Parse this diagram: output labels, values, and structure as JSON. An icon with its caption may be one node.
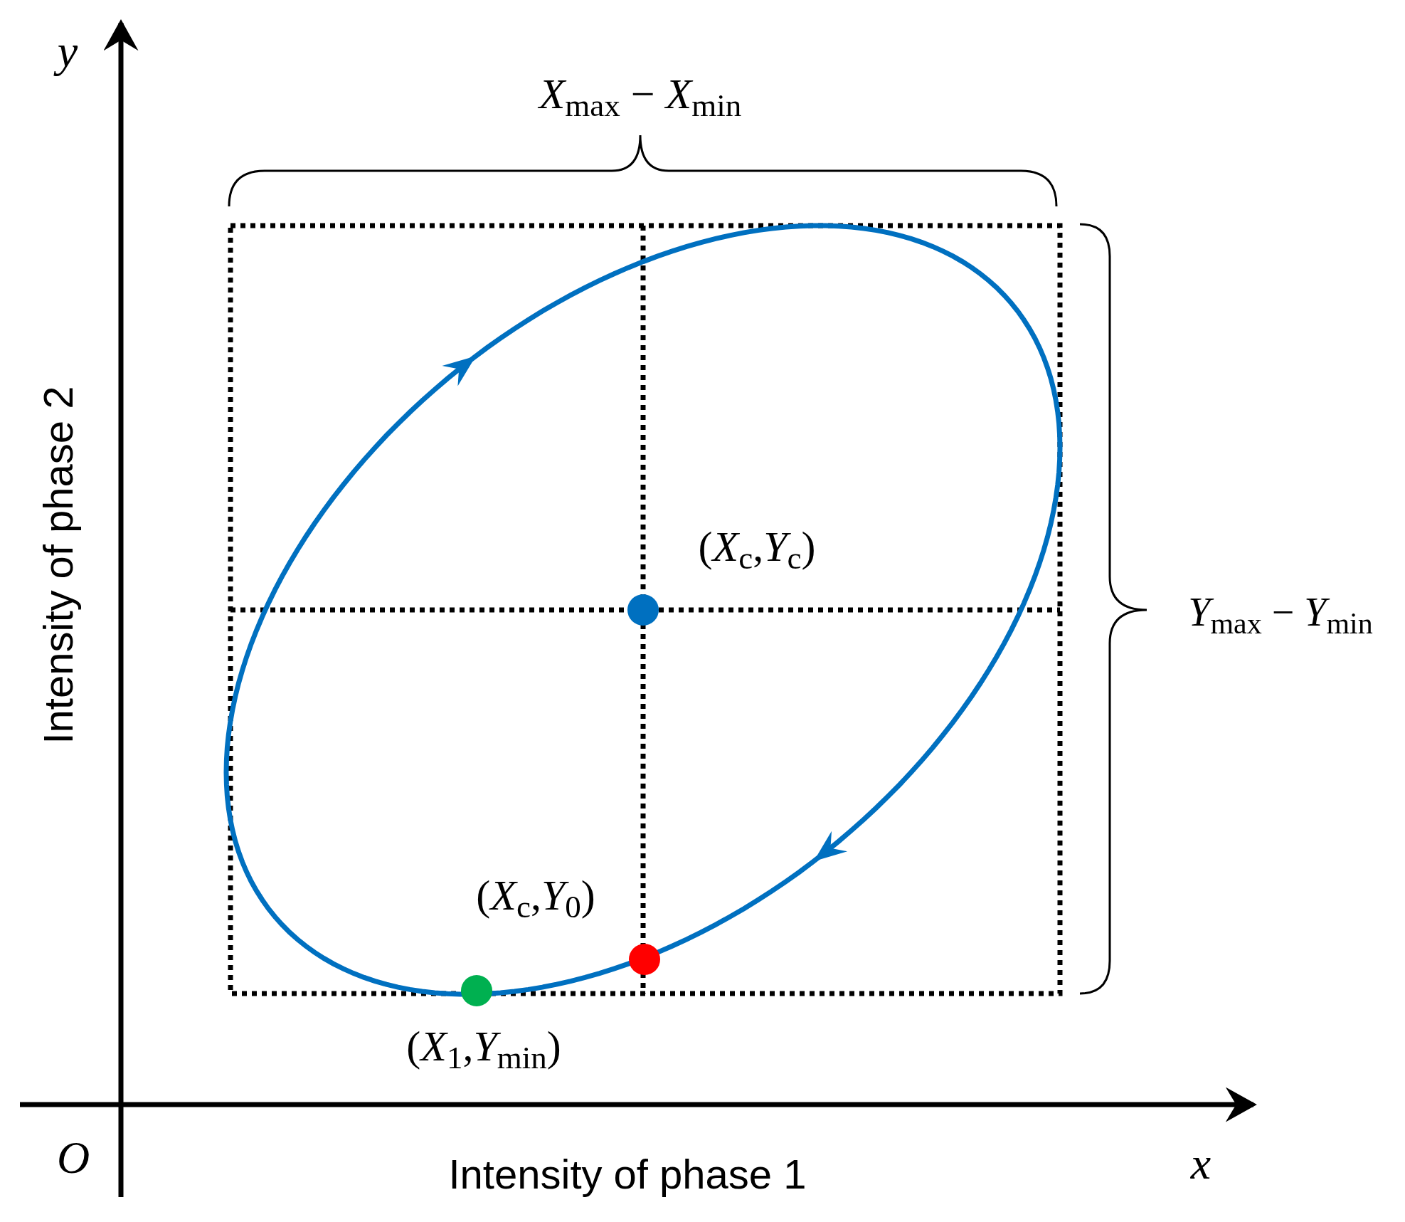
{
  "diagram": {
    "labels": [
      "y",
      "x",
      "O",
      "Intensity of phase 2",
      "Intensity of phase 1",
      "*X*$_{max}$ − *X*$_{min}$",
      "*Y*$_{max}$ − *Y*$_{min}$",
      "(*X*$_{c}$,*Y*$_{c}$)",
      "(*X*$_{c}$,*Y*$_{0}$)",
      "(*X*$_{1}$,*Y*$_{min}$)"
    ]
  }
}
